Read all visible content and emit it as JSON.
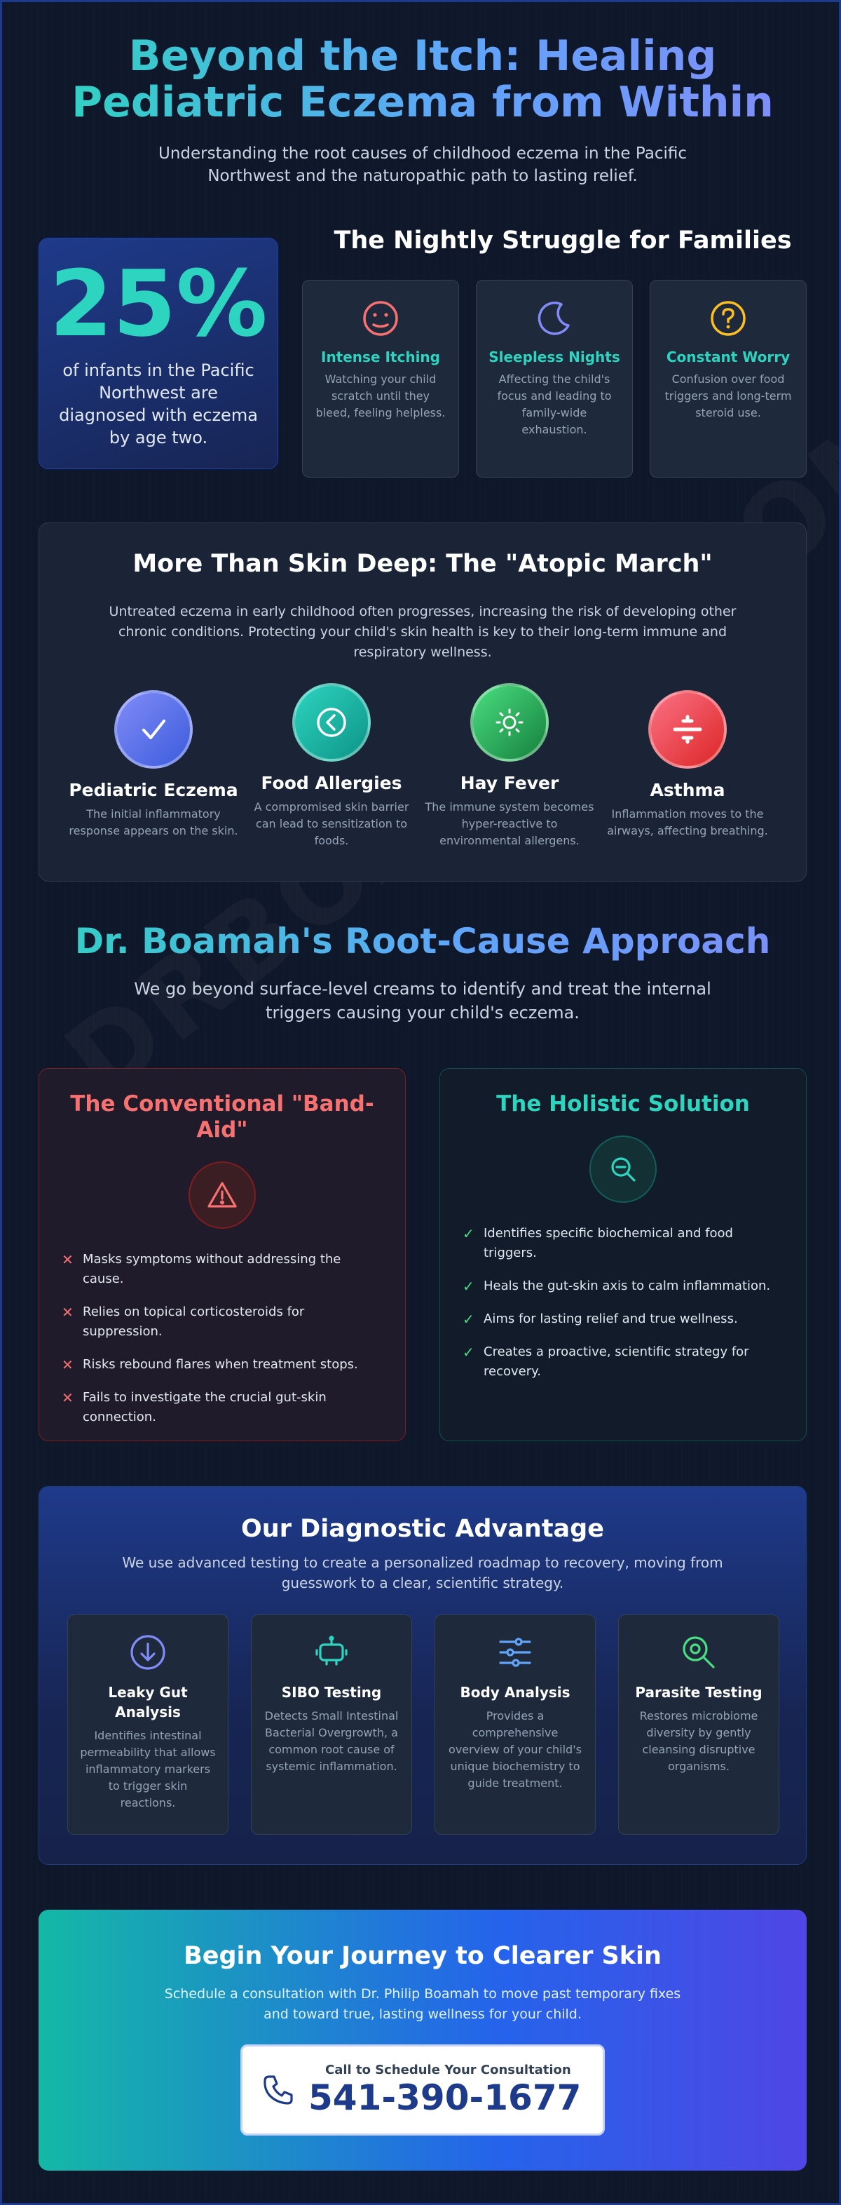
{
  "header": {
    "title": "Beyond the Itch: Healing Pediatric Eczema from Within",
    "subtitle": "Understanding the root causes of childhood eczema in the Pacific Northwest and the naturopathic path to lasting relief."
  },
  "stat": {
    "value": "25%",
    "text": "of infants in the Pacific Northwest are diagnosed with eczema by age two."
  },
  "struggle": {
    "title": "The Nightly Struggle for Families",
    "cards": [
      {
        "icon": "frown-face-icon",
        "title": "Intense Itching",
        "text": "Watching your child scratch until they bleed, feeling helpless."
      },
      {
        "icon": "moon-icon",
        "title": "Sleepless Nights",
        "text": "Affecting the child's focus and leading to family-wide exhaustion."
      },
      {
        "icon": "question-circle-icon",
        "title": "Constant Worry",
        "text": "Confusion over food triggers and long-term steroid use."
      }
    ]
  },
  "march": {
    "title": "More Than Skin Deep: The \"Atopic March\"",
    "intro": "Untreated eczema in early childhood often progresses, increasing the risk of developing other chronic conditions. Protecting your child's skin health is key to their long-term immune and respiratory wellness.",
    "steps": [
      {
        "icon": "check-icon",
        "title": "Pediatric Eczema",
        "text": "The initial inflammatory response appears on the skin.",
        "color": "#4f5ff0"
      },
      {
        "icon": "chevron-left-circle-icon",
        "title": "Food Allergies",
        "text": "A compromised skin barrier can lead to sensitization to foods.",
        "color": "#14b8a6"
      },
      {
        "icon": "sun-icon",
        "title": "Hay Fever",
        "text": "The immune system becomes hyper-reactive to environmental allergens.",
        "color": "#16a34a"
      },
      {
        "icon": "medical-cross-icon",
        "title": "Asthma",
        "text": "Inflammation moves to the airways, affecting breathing.",
        "color": "#e11d48"
      }
    ]
  },
  "approach": {
    "title": "Dr. Boamah's Root-Cause Approach",
    "subtitle": "We go beyond surface-level creams to identify and treat the internal triggers causing your child's eczema."
  },
  "conventional": {
    "title": "The Conventional \"Band-Aid\"",
    "items": [
      "Masks symptoms without addressing the cause.",
      "Relies on topical corticosteroids for suppression.",
      "Risks rebound flares when treatment stops.",
      "Fails to investigate the crucial gut-skin connection."
    ]
  },
  "holistic": {
    "title": "The Holistic Solution",
    "items": [
      "Identifies specific biochemical and food triggers.",
      "Heals the gut-skin axis to calm inflammation.",
      "Aims for lasting relief and true wellness.",
      "Creates a proactive, scientific strategy for recovery."
    ]
  },
  "diagnostic": {
    "title": "Our Diagnostic Advantage",
    "intro": "We use advanced testing to create a personalized roadmap to recovery, moving from guesswork to a clear, scientific strategy.",
    "cards": [
      {
        "icon": "arrow-down-circle-icon",
        "title": "Leaky Gut Analysis",
        "text": "Identifies intestinal permeability that allows inflammatory markers to trigger skin reactions."
      },
      {
        "icon": "robot-icon",
        "title": "SIBO Testing",
        "text": "Detects Small Intestinal Bacterial Overgrowth, a common root cause of systemic inflammation."
      },
      {
        "icon": "sliders-icon",
        "title": "Body Analysis",
        "text": "Provides a comprehensive overview of your child's unique biochemistry to guide treatment."
      },
      {
        "icon": "magnifier-icon",
        "title": "Parasite Testing",
        "text": "Restores microbiome diversity by gently cleansing disruptive organisms."
      }
    ]
  },
  "cta": {
    "title": "Begin Your Journey to Clearer Skin",
    "text": "Schedule a consultation with Dr. Philip Boamah to move past temporary fixes and toward true, lasting wellness for your child.",
    "phone_caption": "Call to Schedule Your Consultation",
    "phone": "541-390-1677"
  },
  "watermark": "DRBOAMAH.COM"
}
